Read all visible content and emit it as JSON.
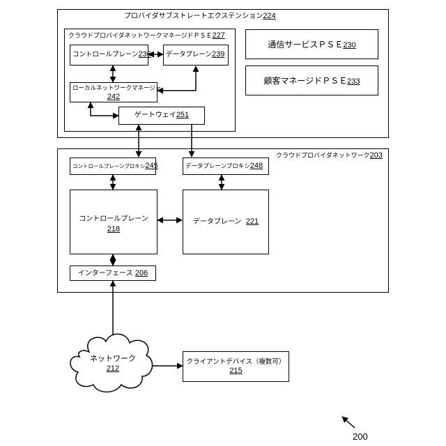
{
  "diagram": {
    "provider_substrate_extension": {
      "label": "プロバイダサブストレートエクステンション",
      "ref": "224"
    },
    "cloud_pne_manager": {
      "label": "クラウドプロバイダネットワークマネージドＰＳＥ",
      "ref": "227"
    },
    "control_plane_236": {
      "label": "コントロールプレーン",
      "ref": "236"
    },
    "data_plane_239": {
      "label": "データプレーン",
      "ref": "239"
    },
    "local_network_manager": {
      "label": "ローカルネットワークマネージャ",
      "ref": "242"
    },
    "gateway": {
      "label": "ゲートウェイ",
      "ref": "251"
    },
    "comm_service_pse": {
      "label": "通信サービスＰＳＥ",
      "ref": "230"
    },
    "customer_managed_pse": {
      "label": "顧客マネージドＰＳＥ",
      "ref": "233"
    },
    "cloud_provider_network": {
      "label": "クラウドプロバイダネットワーク",
      "ref": "203"
    },
    "control_plane_proxy": {
      "label": "コントロールプレーンプロキシ",
      "ref": "245"
    },
    "data_plane_proxy": {
      "label": "データプレーンプロキシ",
      "ref": "248"
    },
    "control_plane_218": {
      "label": "コントロールプレーン",
      "ref": "218"
    },
    "data_plane_221": {
      "label": "データプレーン",
      "ref": "221"
    },
    "interface": {
      "label": "インターフェース",
      "ref": "206"
    },
    "network": {
      "label": "ネットワーク",
      "ref": "212"
    },
    "client_devices": {
      "label": "クライアントデバイス（複数可）",
      "ref": "215"
    },
    "figure_number": "200"
  }
}
